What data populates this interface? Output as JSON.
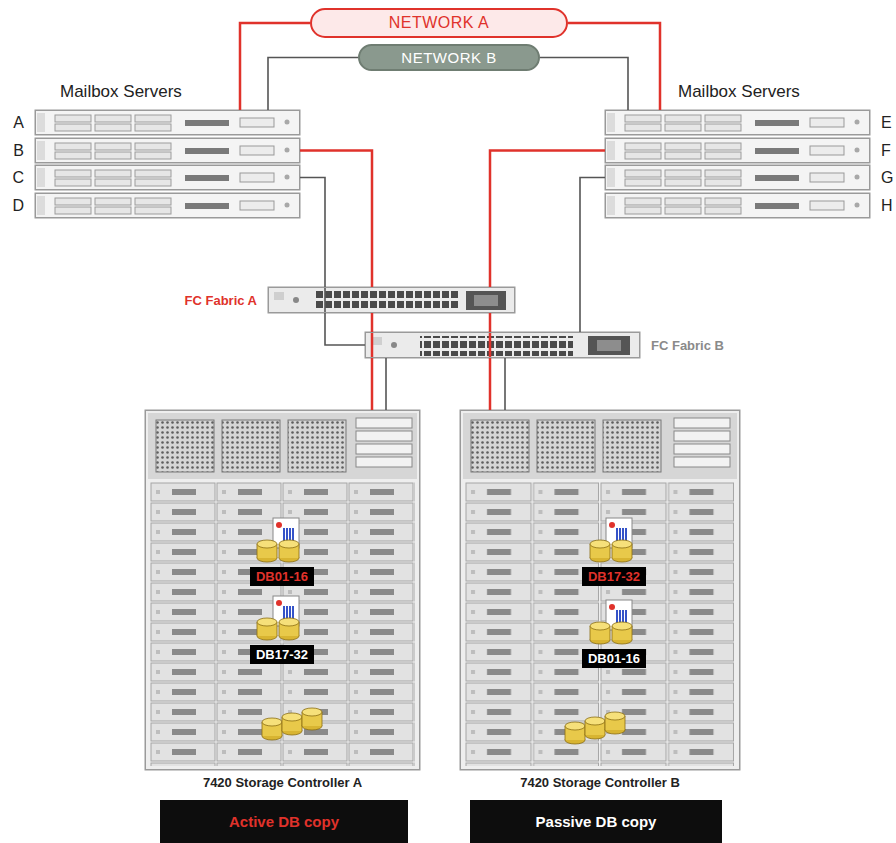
{
  "diagram": {
    "nodes": [
      {
        "text": [
          "NETWORK A"
        ]
      },
      {
        "text": [
          "NETWORK B"
        ]
      },
      {
        "text": [
          "A"
        ]
      },
      {
        "text": [
          "B"
        ]
      },
      {
        "text": [
          "C"
        ]
      },
      {
        "text": [
          "D"
        ]
      },
      {
        "text": [
          "E"
        ]
      },
      {
        "text": [
          "F"
        ]
      },
      {
        "text": [
          "G"
        ]
      },
      {
        "text": [
          "H"
        ]
      },
      {
        "text": [
          "FC Fabric A"
        ]
      },
      {
        "text": [
          "FC Fabric B"
        ]
      },
      {
        "text": [
          "7420 Storage Controller A"
        ]
      },
      {
        "text": [
          "DB01-16"
        ],
        "in": 12
      },
      {
        "text": [
          "DB17-32"
        ],
        "in": 12
      },
      {
        "text": [
          "7420 Storage Controller B"
        ]
      },
      {
        "text": [
          "DB17-32"
        ],
        "in": 15
      },
      {
        "text": [
          "DB01-16"
        ],
        "in": 15
      },
      {
        "text": [
          "Active DB copy"
        ]
      },
      {
        "text": [
          "Passive DB copy"
        ]
      }
    ],
    "edges": [
      {
        "from": 0,
        "to": 2,
        "arrow": "none"
      },
      {
        "from": 0,
        "to": 6,
        "arrow": "none"
      },
      {
        "from": 1,
        "to": 2,
        "arrow": "none"
      },
      {
        "from": 1,
        "to": 6,
        "arrow": "none"
      },
      {
        "from": 3,
        "to": 10,
        "arrow": "none"
      },
      {
        "from": 10,
        "to": 12,
        "arrow": "none"
      },
      {
        "from": 7,
        "to": 10,
        "arrow": "none"
      },
      {
        "from": 10,
        "to": 15,
        "arrow": "none"
      },
      {
        "from": 4,
        "to": 11,
        "arrow": "none"
      },
      {
        "from": 11,
        "to": 12,
        "arrow": "none"
      },
      {
        "from": 8,
        "to": 11,
        "arrow": "none"
      },
      {
        "from": 11,
        "to": 15,
        "arrow": "none"
      }
    ],
    "labels": [
      "Mailbox Servers",
      "Mailbox Servers"
    ]
  }
}
